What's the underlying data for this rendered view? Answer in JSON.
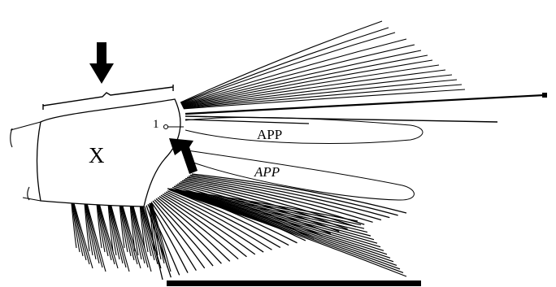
{
  "labels": {
    "segment": "X",
    "appendage_upper": "APP",
    "appendage_lower": "APP",
    "seta_number": "1"
  },
  "colors": {
    "ink": "#000000",
    "background": "#ffffff"
  }
}
